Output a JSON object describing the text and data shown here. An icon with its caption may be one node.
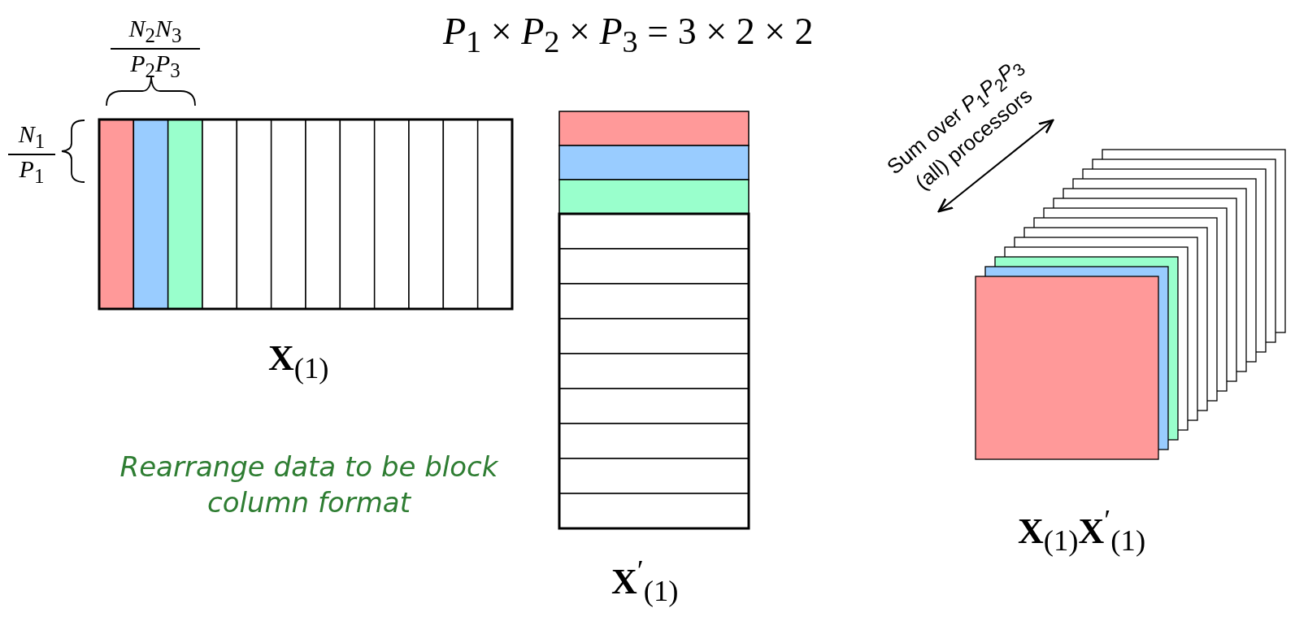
{
  "diagram": {
    "labels": [
      "*P*$_{1}$ × *P*$_{2}$ × *P*$_{3}$ = 3 × 2 × 2",
      "*N*$_{2}$*N*$_{3}$",
      "*P*$_{2}$*P*$_{3}$",
      "*N*$_{1}$",
      "*P*$_{1}$",
      "**X**$_{(1)}$",
      "**X**$^{′}$$_{(1)}$",
      "Rearrange data to be block column format",
      "Sum over *P*$_{1}$*P*$_{2}$*P*$_{3}$ (all) processors",
      "**X**$_{(1)}$**X**$^{′}$$_{(1)}$"
    ]
  }
}
